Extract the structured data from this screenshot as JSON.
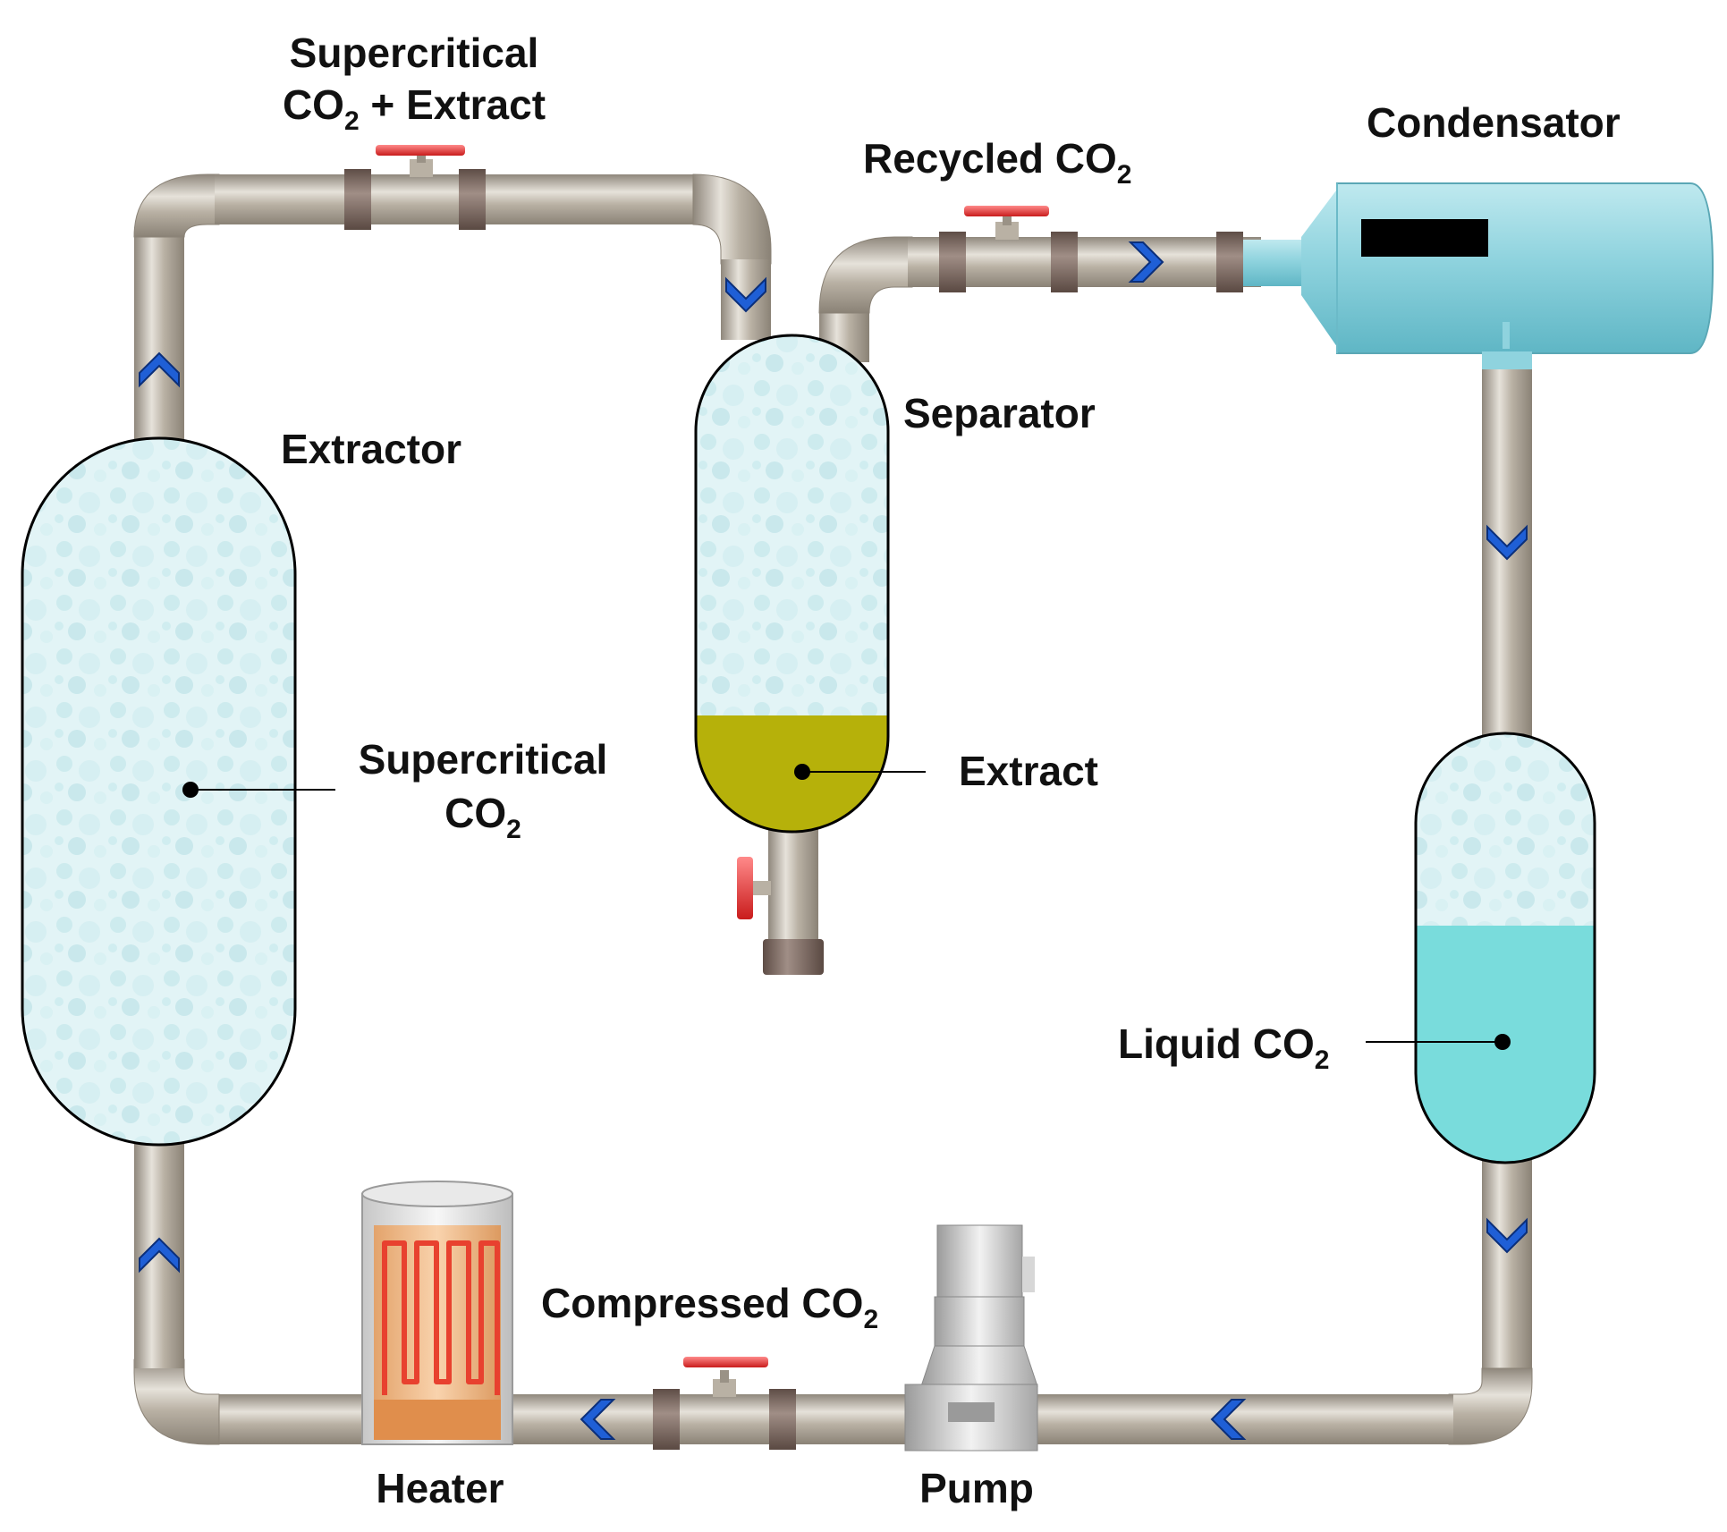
{
  "labels": {
    "top_pipe_line1": "Supercritical",
    "top_pipe_line2_a": "CO",
    "top_pipe_line2_sub": "2",
    "top_pipe_line2_b": " + Extract",
    "recycled_a": "Recycled CO",
    "recycled_sub": "2",
    "condensator": "Condensator",
    "separator": "Separator",
    "extractor": "Extractor",
    "supercritical_line1": "Supercritical",
    "supercritical_line2_a": "CO",
    "supercritical_line2_sub": "2",
    "extract": "Extract",
    "liquid_a": "Liquid CO",
    "liquid_sub": "2",
    "compressed_a": "Compressed CO",
    "compressed_sub": "2",
    "heater": "Heater",
    "pump": "Pump"
  },
  "colors": {
    "pipe": "#b3ab9e",
    "pipe_highlight": "#e8e4dc",
    "pipe_joint": "#7d6b63",
    "co2_gas": "#dff3f5",
    "liquid_co2": "#79dcdc",
    "extract": "#b6b10a",
    "flow_arrow": "#1f5fd6",
    "valve": "#e23030",
    "condensator": "#8fd3de",
    "heater_coil": "#e8412f"
  },
  "icons": {
    "flow": "chevron-arrow-icon",
    "valve": "valve-icon",
    "pump": "pump-icon",
    "heater": "heater-icon"
  }
}
